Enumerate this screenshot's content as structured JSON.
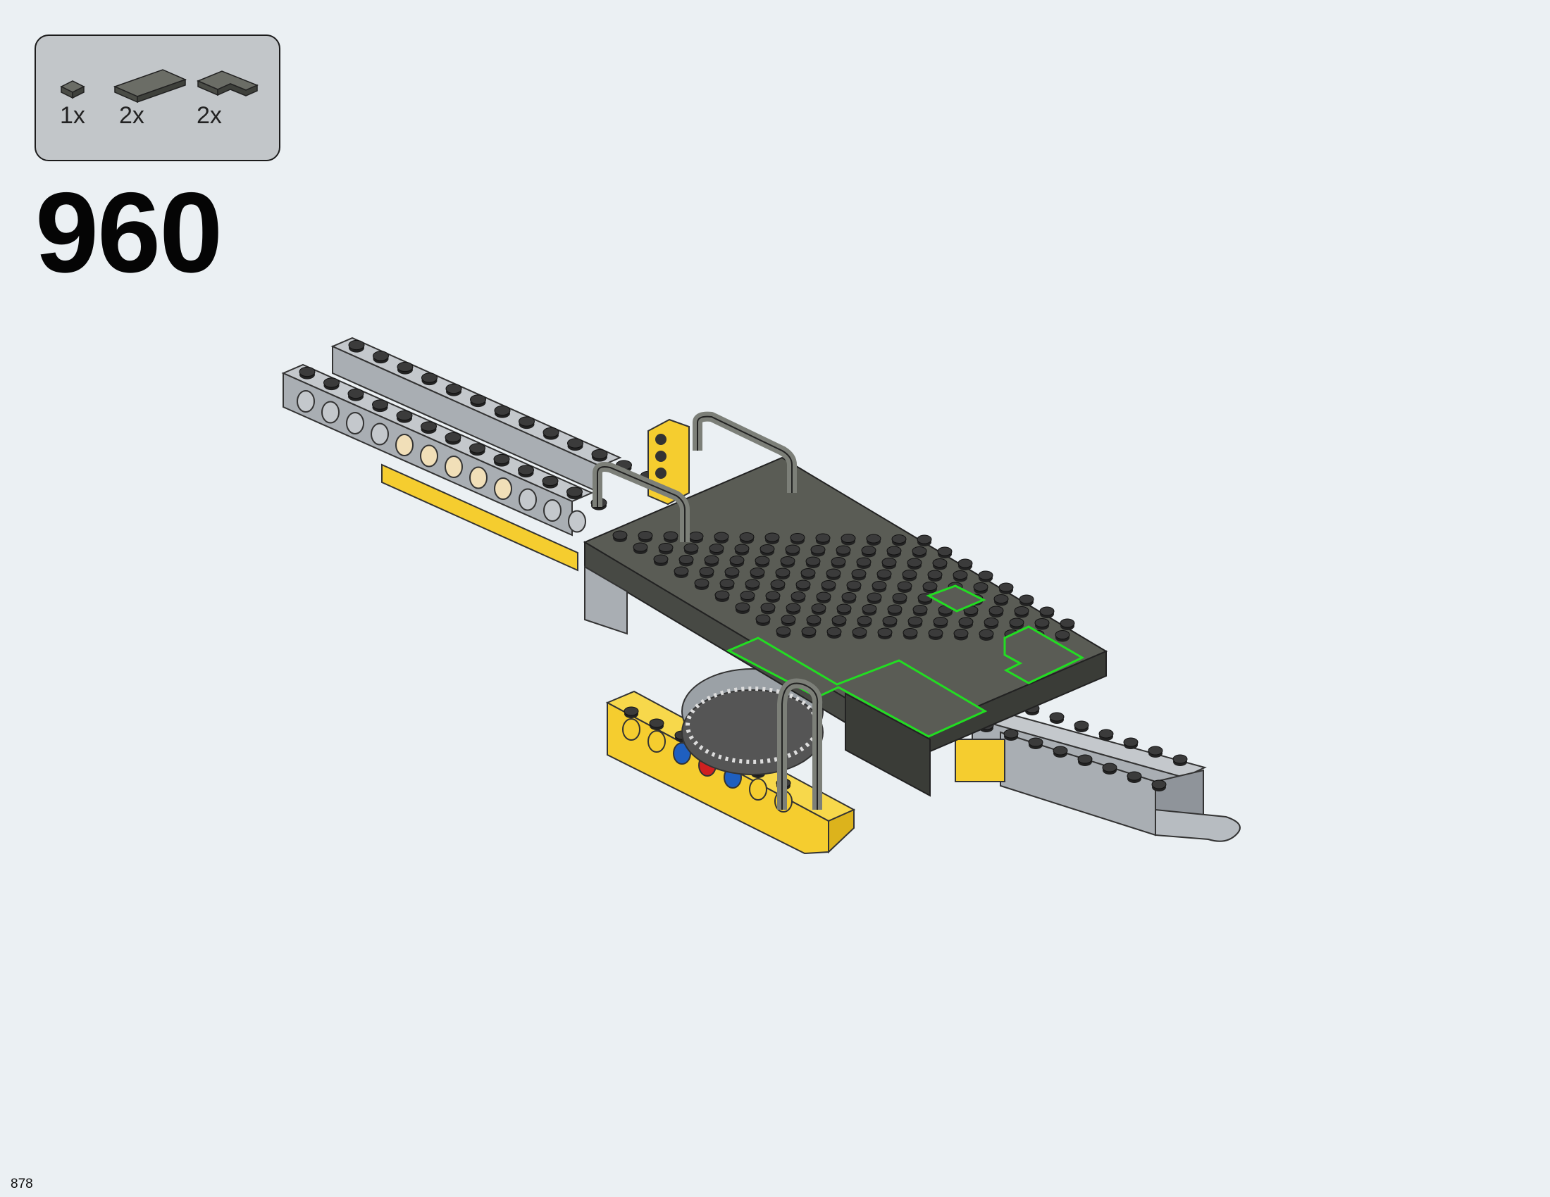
{
  "step": {
    "number": "960"
  },
  "parts": [
    {
      "icon": "dark-gray-tile-1x1-icon",
      "quantity": "1x"
    },
    {
      "icon": "dark-gray-tile-1x4-icon",
      "quantity": "2x"
    },
    {
      "icon": "dark-gray-corner-tile-icon",
      "quantity": "2x"
    }
  ],
  "page": {
    "number": "878"
  },
  "colors": {
    "background": "#ebf0f3",
    "parts_box": "#c2c6c9",
    "dark_bluish_gray": "#5a5c55",
    "light_bluish_gray": "#a9aeb3",
    "yellow": "#f5cd2f",
    "highlight_green": "#22dd22"
  }
}
